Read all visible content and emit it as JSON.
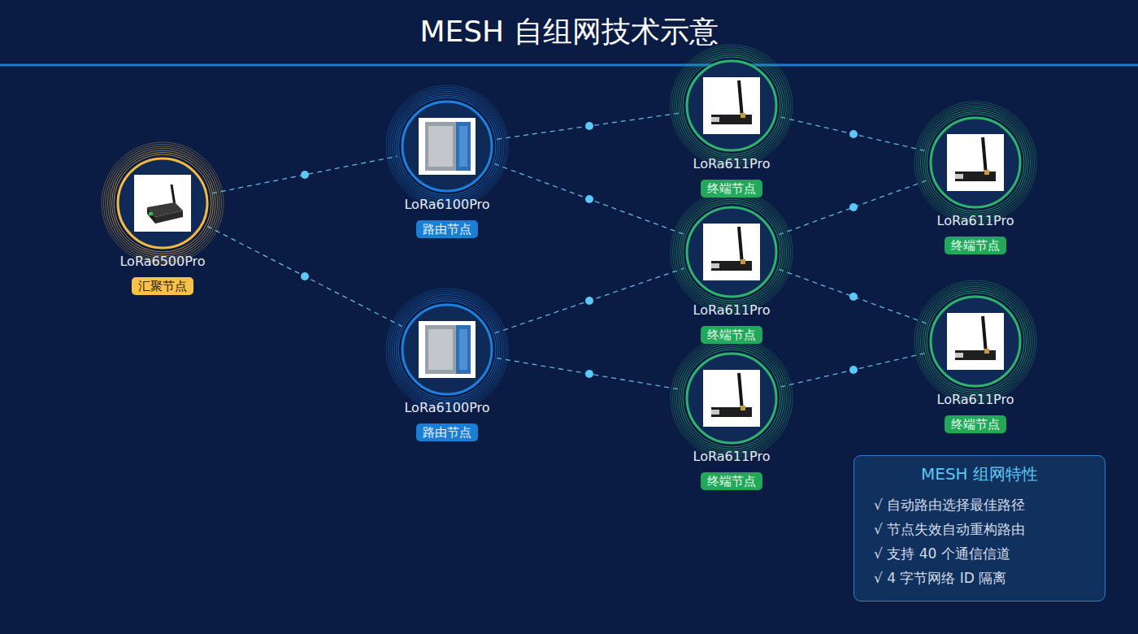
{
  "diagram": {
    "title": "MESH 自组网技术示意",
    "nodes": [
      {
        "text": [
          "LoRa6500Pro",
          "汇聚节点"
        ]
      },
      {
        "text": [
          "LoRa6100Pro",
          "路由节点"
        ]
      },
      {
        "text": [
          "LoRa6100Pro",
          "路由节点"
        ]
      },
      {
        "text": [
          "LoRa611Pro",
          "终端节点"
        ]
      },
      {
        "text": [
          "LoRa611Pro",
          "终端节点"
        ]
      },
      {
        "text": [
          "LoRa611Pro",
          "终端节点"
        ]
      },
      {
        "text": [
          "LoRa611Pro",
          "终端节点"
        ]
      },
      {
        "text": [
          "LoRa611Pro",
          "终端节点"
        ]
      },
      {
        "text": [
          "MESH 组网特性",
          "√ 自动路由选择最佳路径",
          "√ 节点失效自动重构路由",
          "√ 支持 40 个通信信道",
          "√ 4 字节网络 ID 隔离"
        ]
      }
    ],
    "edges": [
      {
        "from": 0,
        "to": 1,
        "arrow": "none"
      },
      {
        "from": 0,
        "to": 2,
        "arrow": "none"
      },
      {
        "from": 1,
        "to": 3,
        "arrow": "none"
      },
      {
        "from": 1,
        "to": 4,
        "arrow": "none"
      },
      {
        "from": 2,
        "to": 4,
        "arrow": "none"
      },
      {
        "from": 2,
        "to": 5,
        "arrow": "none"
      },
      {
        "from": 3,
        "to": 6,
        "arrow": "none"
      },
      {
        "from": 4,
        "to": 6,
        "arrow": "none"
      },
      {
        "from": 4,
        "to": 7,
        "arrow": "none"
      },
      {
        "from": 5,
        "to": 7,
        "arrow": "none"
      }
    ]
  }
}
